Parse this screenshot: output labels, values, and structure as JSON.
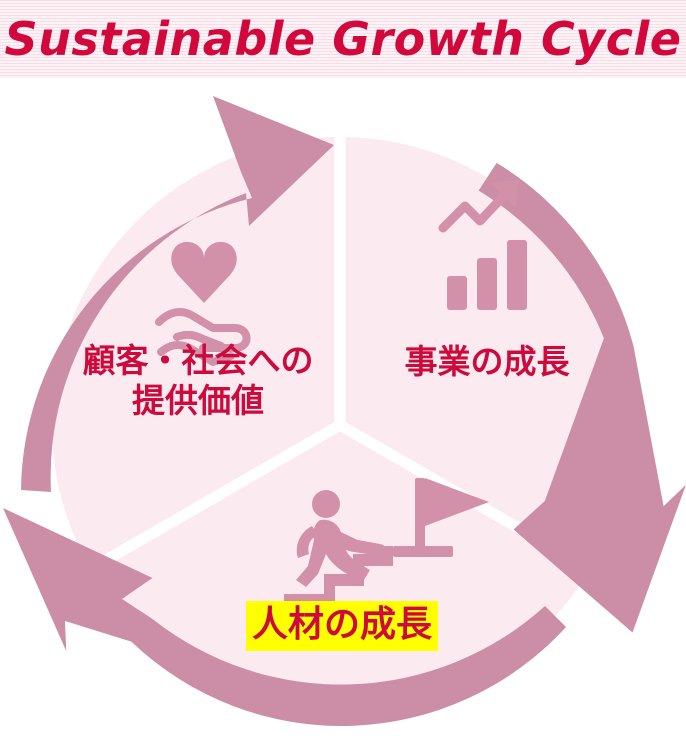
{
  "header": {
    "title": "Sustainable Growth Cycle",
    "title_color": "#d2073c",
    "band_stripe_color": "#f7dde6",
    "band_base_color": "#fdf2f6"
  },
  "diagram": {
    "type": "cycle-diagram",
    "segment_count": 3,
    "direction": "clockwise",
    "ring_color": "#cc8ea6",
    "segment_fill_color": "#fbeaf0",
    "divider_color": "#ffffff",
    "icon_color": "#d391a9",
    "arrows": [
      {
        "name": "arrow-top",
        "position": "top",
        "points": "clockwise-right"
      },
      {
        "name": "arrow-lower-right",
        "position": "lower-right",
        "points": "clockwise-down-left"
      },
      {
        "name": "arrow-lower-left",
        "position": "lower-left",
        "points": "clockwise-up-left"
      }
    ],
    "segments": [
      {
        "id": "business-growth",
        "label": "事業の成長",
        "icon": "bar-chart-growth-icon",
        "highlighted": false,
        "text_color": "#cc0a3c"
      },
      {
        "id": "people-growth",
        "label": "人材の成長",
        "icon": "person-climbing-stairs-flag-icon",
        "highlighted": true,
        "highlight_color": "#ffff00",
        "text_color": "#cc0a3c"
      },
      {
        "id": "customer-society-value",
        "label": "顧客・社会への\n提供価値",
        "icon": "heart-in-hand-icon",
        "highlighted": false,
        "text_color": "#cc0a3c"
      }
    ]
  }
}
